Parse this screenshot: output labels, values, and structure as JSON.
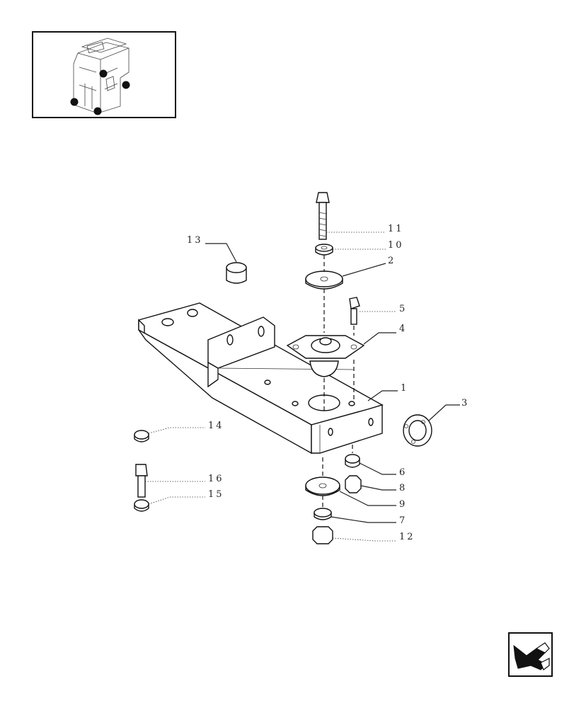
{
  "callouts": [
    {
      "id": "c1",
      "label": "1"
    },
    {
      "id": "c2",
      "label": "2"
    },
    {
      "id": "c3",
      "label": "3"
    },
    {
      "id": "c4",
      "label": "4"
    },
    {
      "id": "c5",
      "label": "5"
    },
    {
      "id": "c6",
      "label": "6"
    },
    {
      "id": "c7",
      "label": "7"
    },
    {
      "id": "c8",
      "label": "8"
    },
    {
      "id": "c9",
      "label": "9"
    },
    {
      "id": "c10",
      "label": "10"
    },
    {
      "id": "c11",
      "label": "11"
    },
    {
      "id": "c12",
      "label": "12"
    },
    {
      "id": "c13",
      "label": "13"
    },
    {
      "id": "c14",
      "label": "14"
    },
    {
      "id": "c15",
      "label": "15"
    },
    {
      "id": "c16",
      "label": "16"
    }
  ],
  "nav": {
    "icon": "back-arrow-icon"
  },
  "thumbnail": {
    "icon": "cab-location-icon"
  }
}
